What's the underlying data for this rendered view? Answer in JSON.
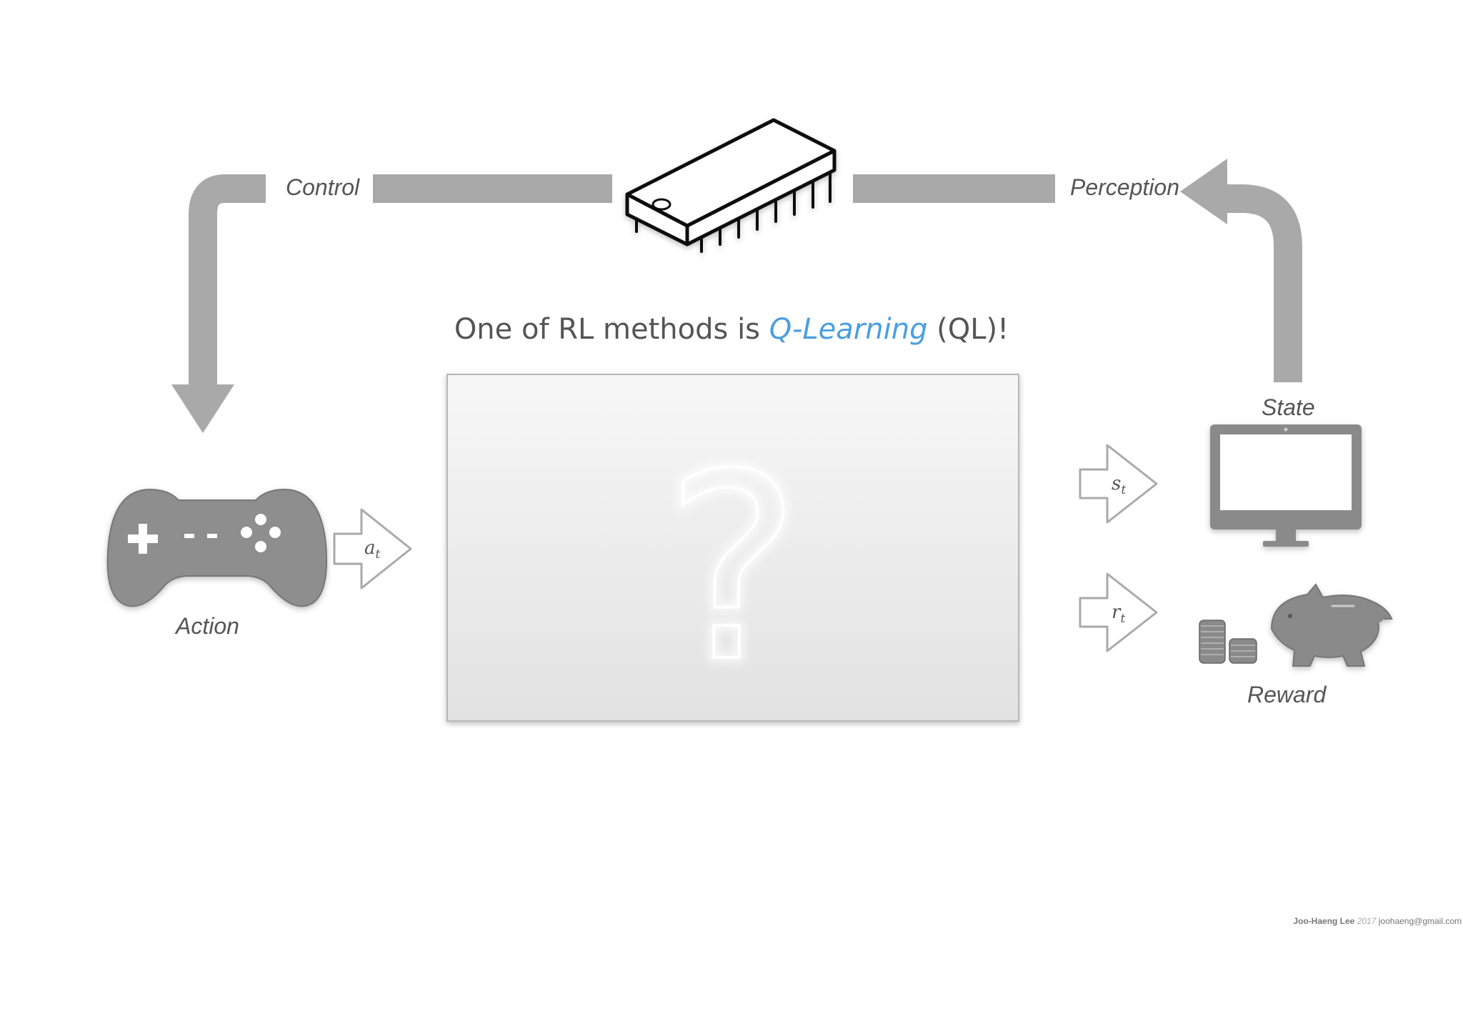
{
  "labels": {
    "control": "Control",
    "perception": "Perception",
    "state": "State",
    "action": "Action",
    "reward": "Reward"
  },
  "title": {
    "prefix": "One of RL methods is ",
    "accent": "Q-Learning",
    "suffix": " (QL)!"
  },
  "signals": {
    "action": {
      "base": "a",
      "sub": "t"
    },
    "state": {
      "base": "s",
      "sub": "t"
    },
    "reward": {
      "base": "r",
      "sub": "t"
    }
  },
  "unknown_symbol": "?",
  "footer": {
    "name": "Joo-Haeng Lee",
    "year": "2017",
    "email": "joohaeng@gmail.com"
  },
  "colors": {
    "arrow_gray": "#a9a9a9",
    "icon_gray": "#8a8a8a",
    "accent_blue": "#4a9ee0",
    "text_gray": "#555555"
  }
}
